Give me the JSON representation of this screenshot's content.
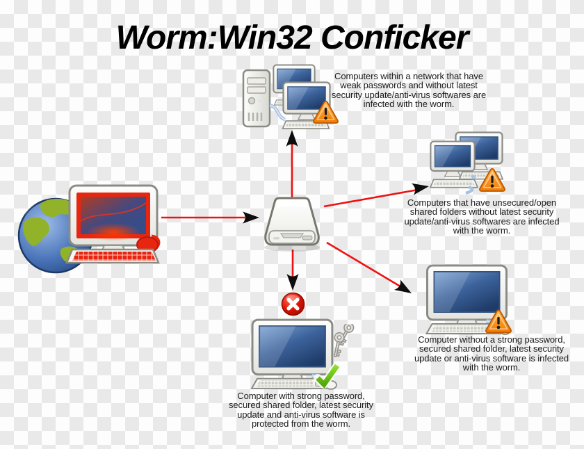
{
  "title": "Worm:Win32 Conficker",
  "captions": {
    "top": "Computers within a network that have\nweak passwords and without latest\nsecurity update/anti-virus softwares are\ninfected with the worm.",
    "right": "Computers that have unsecured/open\nshared folders without latest security\nupdate/anti-virus softwares are infected\nwith the worm.",
    "bottom_right": "Computer without a strong password,\nsecured shared folder, latest security\nupdate or anti-virus software is infected\nwith the worm.",
    "bottom": "Computer with strong password,\nsecured shared folder, latest security\nupdate and anti-virus software is\nprotected from the worm."
  },
  "icons": {
    "source": "globe-infected-computer-icon",
    "hub": "removable-drive-icon",
    "top": "network-computers-icon",
    "right": "two-computers-icon",
    "bottom_right": "computer-icon",
    "bottom": "protected-computer-icon",
    "warning": "warning-triangle-icon",
    "error": "error-x-icon",
    "check": "green-check-icon",
    "keys": "keys-icon"
  },
  "edges": [
    {
      "from": "infected-internet-computer",
      "to": "removable-drive"
    },
    {
      "from": "removable-drive",
      "to": "network-computers"
    },
    {
      "from": "removable-drive",
      "to": "unsecured-shared-computers"
    },
    {
      "from": "removable-drive",
      "to": "weak-password-computer"
    },
    {
      "from": "removable-drive",
      "to": "protected-computer-blocked"
    }
  ],
  "colors": {
    "arrow_red": "#ee1111",
    "warning_orange": "#f57900",
    "error_red": "#cc0000",
    "check_green": "#6cc417",
    "screen_blue": "#2f5288",
    "infected_red": "#e8260f",
    "checker_light": "#fdfdfd",
    "checker_dark": "#e9e9e9",
    "text": "#1c1c1c"
  }
}
